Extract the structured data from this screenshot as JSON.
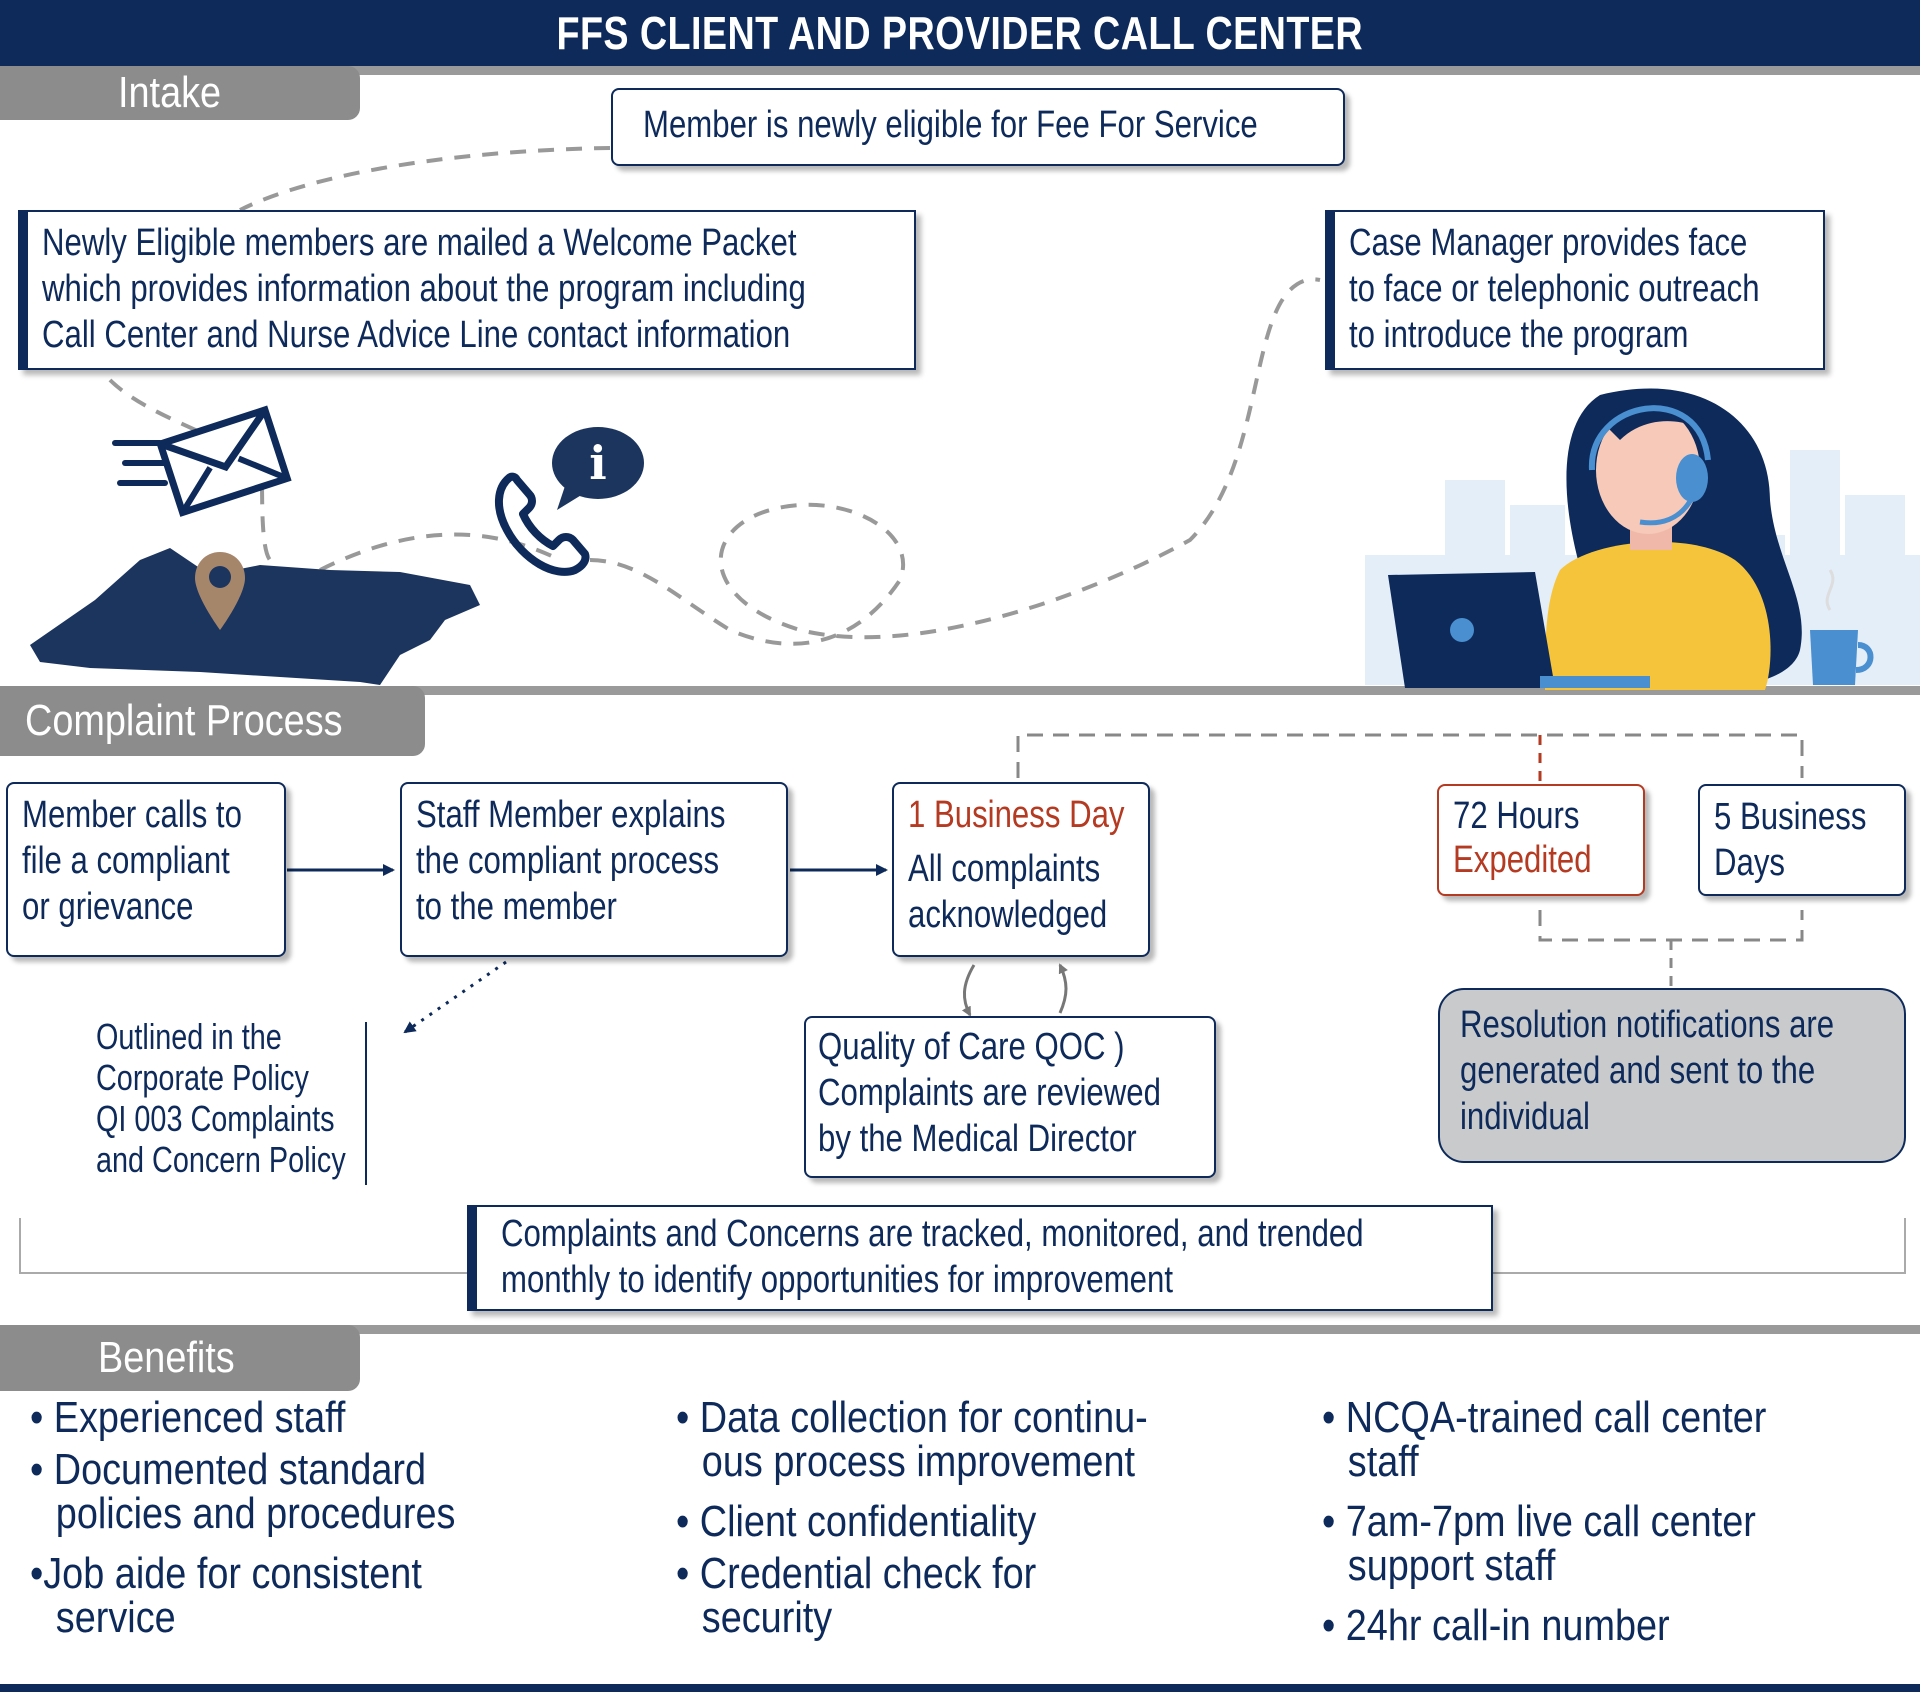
{
  "title": "FFS CLIENT AND PROVIDER CALL CENTER",
  "sections": {
    "intake": "Intake",
    "complaint": "Complaint Process",
    "benefits": "Benefits"
  },
  "intake": {
    "eligible": "Member is newly eligible for Fee For Service",
    "welcome": [
      "Newly Eligible members are mailed a Welcome Packet",
      "which provides information about the program including",
      "Call Center and Nurse Advice Line contact information"
    ],
    "case_manager": [
      "Case Manager provides face",
      "to face or telephonic outreach",
      "to introduce the program"
    ]
  },
  "complaint": {
    "member_calls": [
      "Member calls to",
      "file a compliant",
      "or grievance"
    ],
    "staff_explains": [
      "Staff Member explains",
      "the compliant process",
      "to the member"
    ],
    "one_day_title": "1 Business Day",
    "one_day_text": [
      "All complaints",
      "acknowledged"
    ],
    "expedited_title": "72 Hours",
    "expedited_text": "Expedited",
    "five_days": [
      "5 Business",
      "Days"
    ],
    "resolution": [
      "Resolution notifications are",
      "generated and sent to the",
      "individual"
    ],
    "qoc": [
      "Quality of Care QOC )",
      "Complaints are reviewed",
      "by the Medical Director"
    ],
    "policy": [
      "Outlined in the",
      "Corporate Policy",
      "QI 003 Complaints",
      "and Concern Policy"
    ],
    "tracked": [
      "Complaints and Concerns are tracked, monitored, and trended",
      "monthly to identify opportunities for improvement"
    ]
  },
  "benefits": {
    "col1": [
      "• Experienced staff",
      "• Documented standard policies and procedures",
      "•Job aide for consistent service"
    ],
    "col2": [
      "• Data collection for continu-ous process improvement",
      "• Client confidentiality",
      "• Credential check for security"
    ],
    "col3": [
      "• NCQA-trained call center staff",
      "• 7am-7pm live call center support staff",
      "• 24hr call-in number"
    ]
  },
  "icons": [
    "envelope-icon",
    "phone-icon",
    "info-icon",
    "location-pin-icon",
    "map-icon",
    "call-center-agent-icon",
    "laptop-icon",
    "mug-icon"
  ]
}
